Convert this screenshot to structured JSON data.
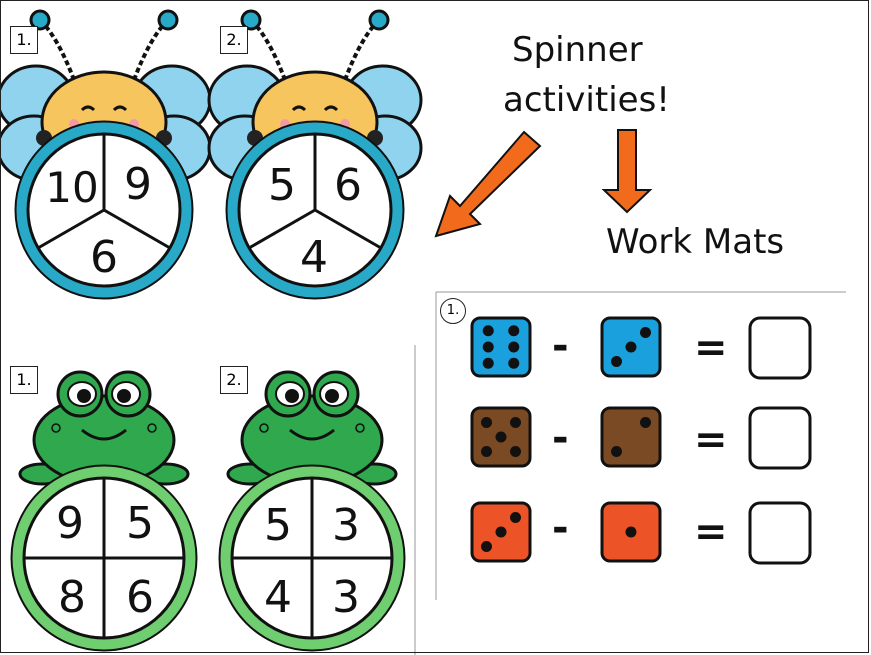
{
  "header": {
    "line1": "Spinner",
    "line2": "activities!",
    "line3": "Work Mats"
  },
  "colors": {
    "bee_ring": "#29a9c8",
    "bee_wing": "#8fd3ee",
    "bee_head": "#f6c55e",
    "frog_ring": "#6fce6f",
    "frog_body": "#2fa84e",
    "arrow": "#f26b1d",
    "die_blue": "#1aa0dc",
    "die_brown": "#7a4a24",
    "die_red": "#ec5427"
  },
  "spinners": [
    {
      "kind": "bee",
      "label": "1.",
      "numbers": [
        "10",
        "9",
        "6"
      ]
    },
    {
      "kind": "bee",
      "label": "2.",
      "numbers": [
        "5",
        "6",
        "4"
      ]
    },
    {
      "kind": "frog",
      "label": "1.",
      "numbers": [
        "9",
        "5",
        "8",
        "6"
      ]
    },
    {
      "kind": "frog",
      "label": "2.",
      "numbers": [
        "5",
        "3",
        "4",
        "3"
      ]
    }
  ],
  "mat": {
    "label": "1.",
    "minus": "-",
    "equals": "=",
    "rows": [
      {
        "color": "die_blue",
        "left_pips": 6,
        "right_pips": 3
      },
      {
        "color": "die_brown",
        "left_pips": 5,
        "right_pips": 2
      },
      {
        "color": "die_red",
        "left_pips": 3,
        "right_pips": 1
      }
    ]
  }
}
